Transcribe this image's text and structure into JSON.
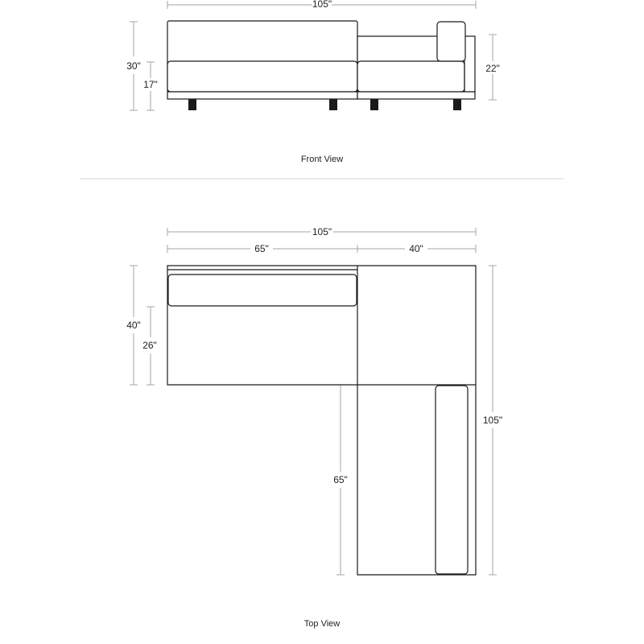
{
  "front_view": {
    "title": "Front View",
    "dims": {
      "overall_width": "105\"",
      "back_height": "30\"",
      "seat_height": "17\"",
      "chaise_height": "22\""
    }
  },
  "top_view": {
    "title": "Top View",
    "dims": {
      "overall_width": "105\"",
      "left_section_width": "65\"",
      "right_section_width": "40\"",
      "sofa_depth": "40\"",
      "seat_depth": "26\"",
      "chaise_length": "65\"",
      "overall_depth": "105\""
    }
  }
}
